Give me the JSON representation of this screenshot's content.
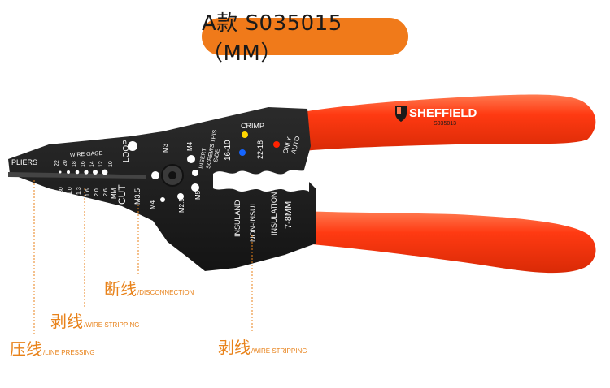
{
  "title": "A款 S035015（MM）",
  "brand": {
    "name": "SHEFFIELD",
    "model": "S035013"
  },
  "tool_labels": {
    "pliers": "PLIERS",
    "wire_gage": "WIRE GAGE",
    "gauges_top": [
      "22",
      "20",
      "18",
      "16",
      "14",
      "12",
      "10"
    ],
    "gauges_bottom": [
      ".80",
      "1.0",
      "1.3",
      "1.6",
      "2.0",
      "2.6"
    ],
    "mm": "MM",
    "loop": "LOOP",
    "cut": "CUT",
    "m3_5": "M3.5",
    "m3": "M3",
    "m4_top": "M4",
    "m4_bottom": "M4",
    "m2_5": "M2.5",
    "m5": "M5",
    "insert_screws": [
      "INSERT",
      "SCREWS THIS",
      "SIDE"
    ],
    "range_16_10": "16-10",
    "crimp": "CRIMP",
    "range_22_18": "22-18",
    "only_auto": [
      "ONLY",
      "AUTO"
    ],
    "insuland": "INSULAND",
    "non_insul": "NON-INSUL",
    "insulation": "INSULATION",
    "range_7_8mm": "7-8MM"
  },
  "callouts": [
    {
      "cn": "断线",
      "en": "/DISCONNECTION"
    },
    {
      "cn": "剥线",
      "en": "/WIRE STRIPPING"
    },
    {
      "cn": "压线",
      "en": "/LINE PRESSING"
    },
    {
      "cn": "剥线",
      "en": "/WIRE STRIPPING"
    }
  ],
  "colors": {
    "accent_orange": "#f07a1a",
    "handle_red": "#ff3b14",
    "steel_black": "#1e1e1e",
    "callout_text": "#e8821a"
  }
}
